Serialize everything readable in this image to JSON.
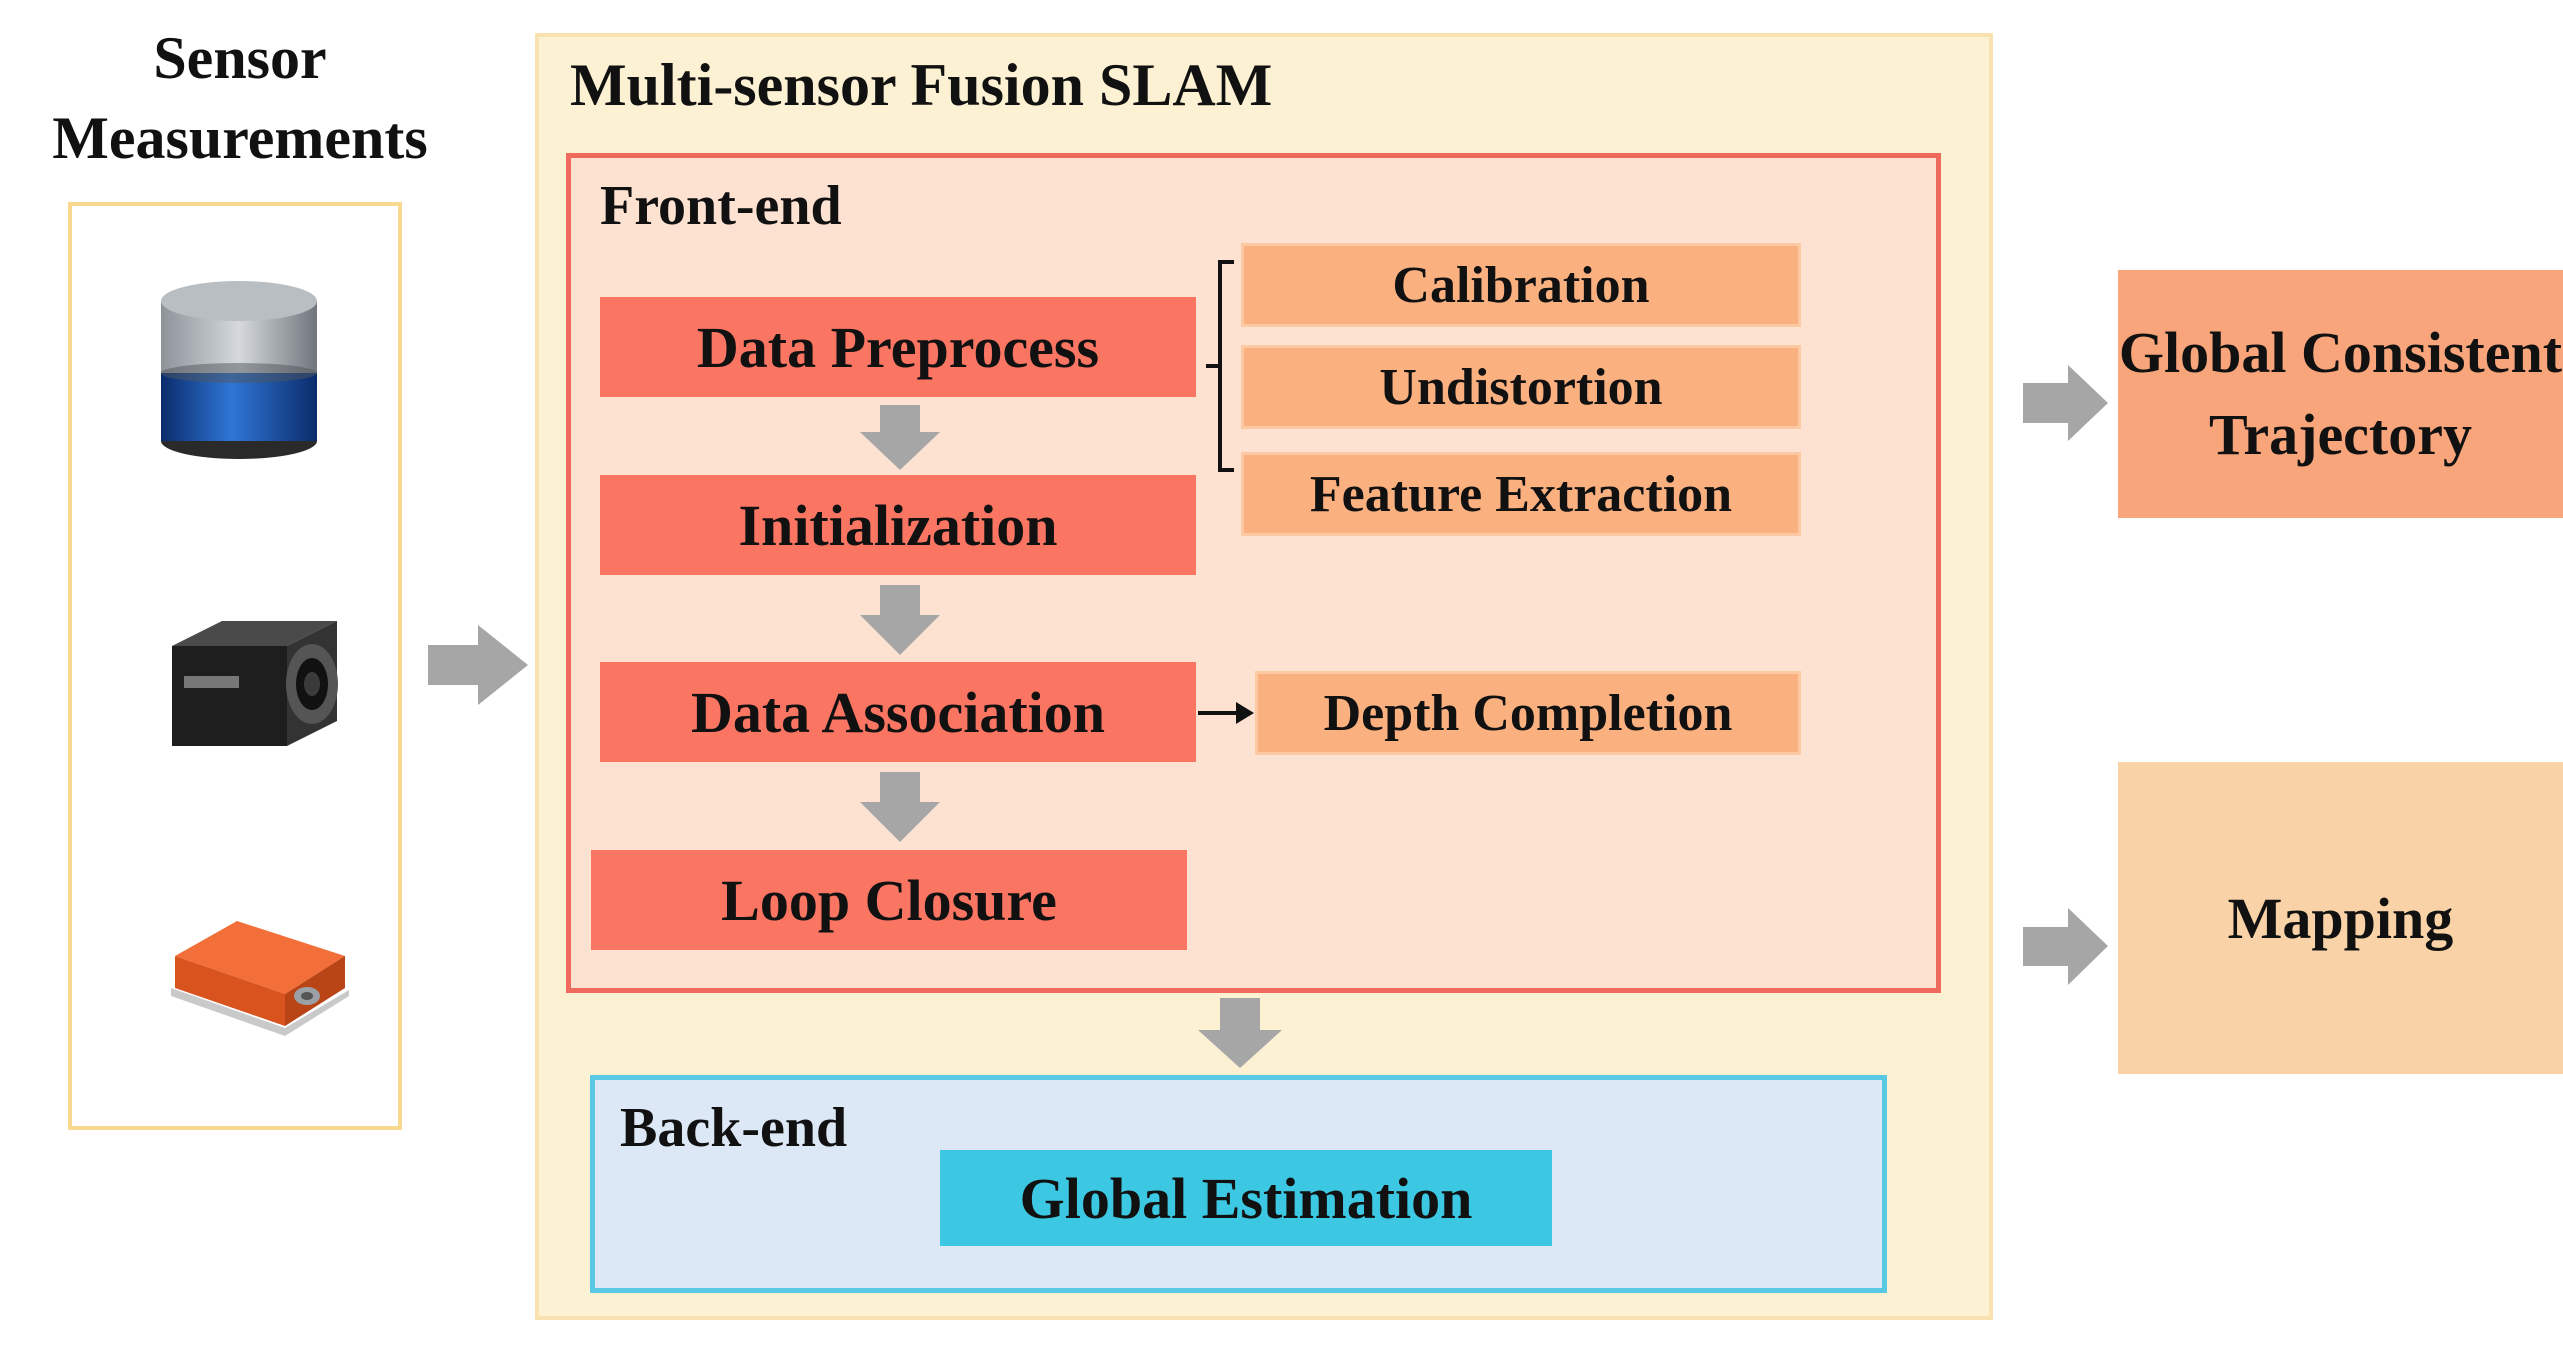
{
  "sensors": {
    "title": "Sensor Measurements",
    "items": [
      {
        "icon": "lidar-sensor-icon"
      },
      {
        "icon": "camera-sensor-icon"
      },
      {
        "icon": "imu-sensor-icon"
      }
    ]
  },
  "fusion": {
    "title": "Multi-sensor Fusion SLAM",
    "front_end": {
      "title": "Front-end",
      "steps": [
        "Data Preprocess",
        "Initialization",
        "Data Association",
        "Loop Closure"
      ],
      "preprocess_substeps": [
        "Calibration",
        "Undistortion",
        "Feature Extraction"
      ],
      "association_substep": "Depth Completion"
    },
    "back_end": {
      "title": "Back-end",
      "step": "Global Estimation"
    }
  },
  "outputs": {
    "trajectory": "Global Consistent Trajectory",
    "mapping": "Mapping"
  },
  "colors": {
    "fusion_bg": "#fdf1d3",
    "frontend_bg": "#fde2d2",
    "frontend_border": "#ef6a5c",
    "step": "#fb7563",
    "substep": "#fbb080",
    "backend_bg": "#dce8f5",
    "backend_border": "#59c8e2",
    "global_estimation": "#3cc8e2",
    "trajectory_output": "#f9a57c",
    "mapping_output": "#f9d3a7",
    "arrow": "#a6a6a6"
  }
}
